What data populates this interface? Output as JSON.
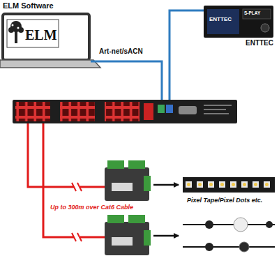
{
  "diagram": {
    "nodes": [
      {
        "text": [
          "ELM Software",
          "ELM"
        ]
      },
      {
        "text": [
          "ENTTEC",
          "S-PLAY",
          "ENTTEC"
        ]
      }
    ],
    "labels": [
      "Art-net/sACN",
      "Up to 300m over Cat6 Cable",
      "Pixel Tape/Pixel Dots etc."
    ]
  }
}
